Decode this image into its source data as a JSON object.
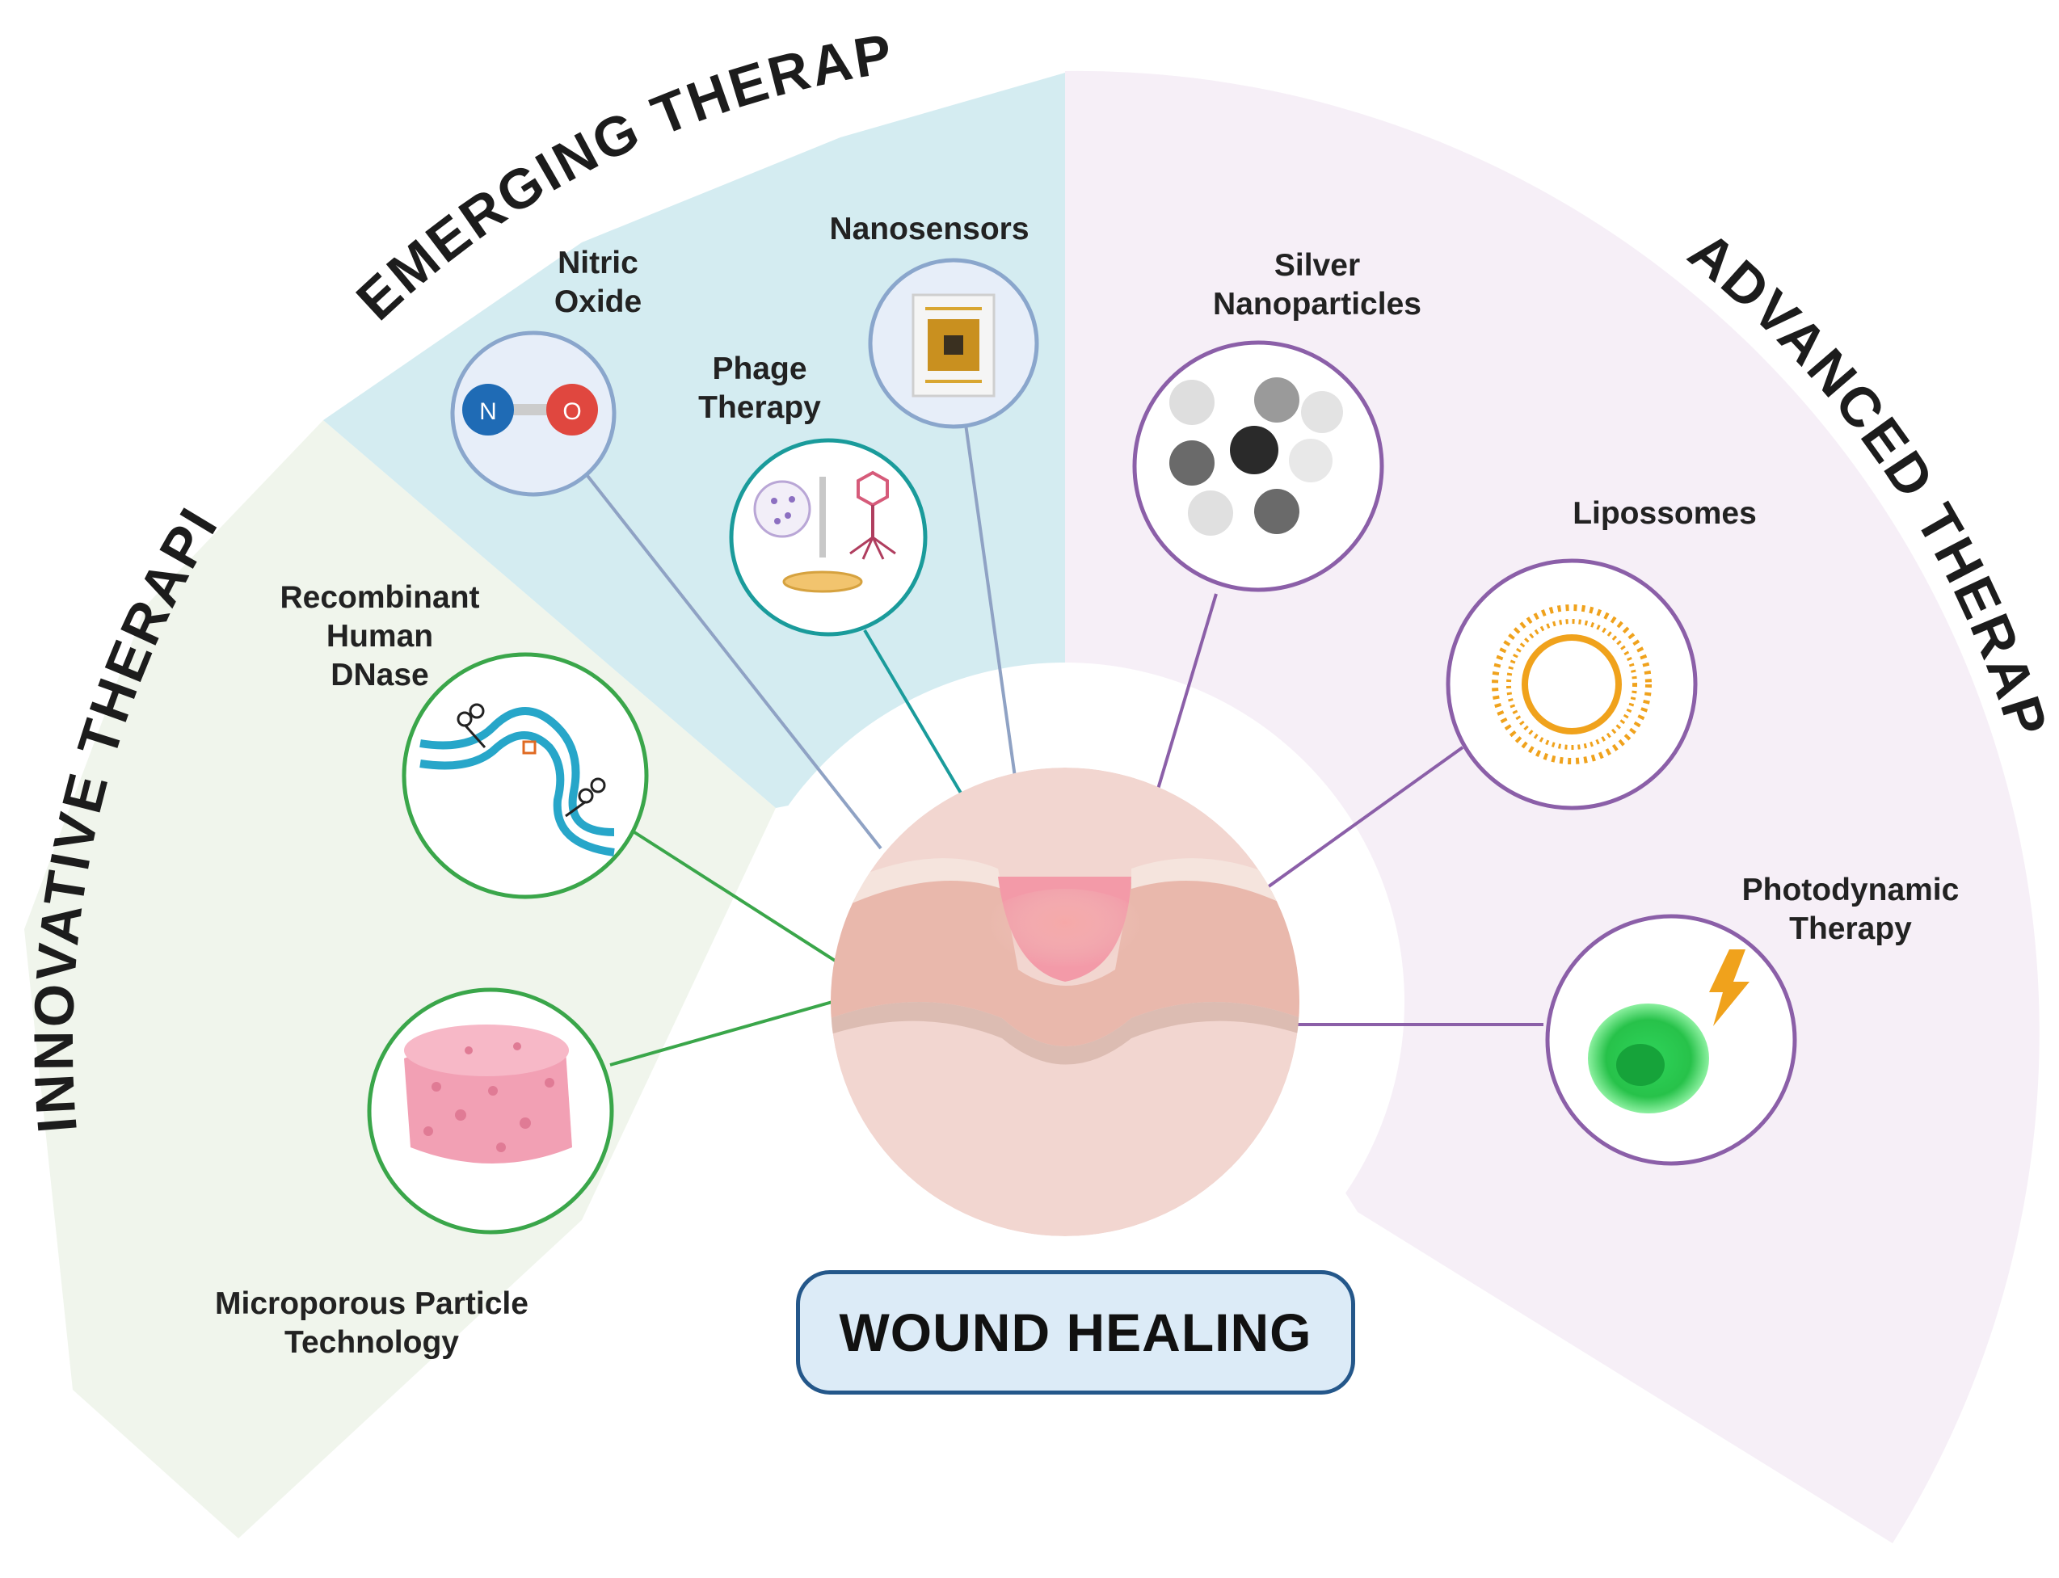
{
  "center_title": "WOUND HEALING",
  "sectors": {
    "innovative": {
      "title": "INNOVATIVE THERAPIES",
      "color": "#f0f5ec"
    },
    "emerging": {
      "title": "EMERGING THERAPIES",
      "color": "#d4ecf1"
    },
    "advanced": {
      "title": "ADVANCED THERAPIES",
      "color": "#f6eff7"
    }
  },
  "therapies": {
    "nitric_oxide": {
      "lines": [
        "Nitric",
        "Oxide"
      ],
      "atom_n": "N",
      "atom_o": "O"
    },
    "nanosensors": {
      "lines": [
        "Nanosensors"
      ]
    },
    "phage": {
      "lines": [
        "Phage",
        "Therapy"
      ]
    },
    "silver": {
      "lines": [
        "Silver",
        "Nanoparticles"
      ]
    },
    "lipossomes": {
      "lines": [
        "Lipossomes"
      ]
    },
    "photodynamic": {
      "lines": [
        "Photodynamic",
        "Therapy"
      ]
    },
    "dnase": {
      "lines": [
        "Recombinant",
        "Human",
        "DNase"
      ]
    },
    "microporous": {
      "lines": [
        "Microporous Particle",
        "Technology"
      ]
    }
  },
  "colors": {
    "emerging_ring": "#8aa6cc",
    "phage_ring": "#1a9b9b",
    "advanced_ring": "#8b5fa8",
    "innovative_ring": "#3aa64a",
    "title_box_border": "#24578a",
    "title_box_fill": "#dcebf7"
  }
}
